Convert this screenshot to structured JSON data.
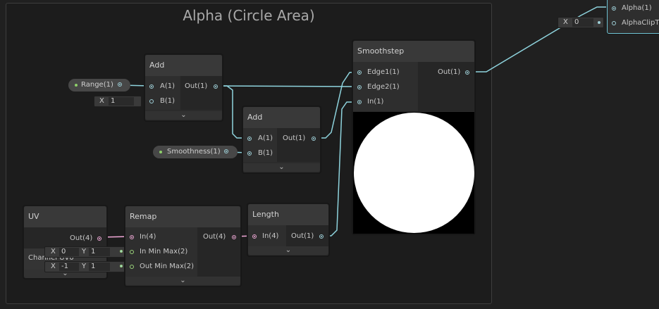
{
  "group": {
    "title": "Alpha (Circle Area)"
  },
  "nodes": {
    "add1": {
      "title": "Add",
      "in_a": "A(1)",
      "in_b": "B(1)",
      "out": "Out(1)"
    },
    "add2": {
      "title": "Add",
      "in_a": "A(1)",
      "in_b": "B(1)",
      "out": "Out(1)"
    },
    "smoothstep": {
      "title": "Smoothstep",
      "in_edge1": "Edge1(1)",
      "in_edge2": "Edge2(1)",
      "in_in": "In(1)",
      "out": "Out(1)"
    },
    "uv": {
      "title": "UV",
      "out": "Out(4)",
      "channel": "Channel UV0"
    },
    "remap": {
      "title": "Remap",
      "in_in": "In(4)",
      "in_min_max": "In Min Max(2)",
      "out_min_max": "Out Min Max(2)",
      "out": "Out(4)"
    },
    "length": {
      "title": "Length",
      "in": "In(4)",
      "out": "Out(1)"
    },
    "master": {
      "alpha": "Alpha(1)",
      "alpha_clip": "AlphaClipT"
    }
  },
  "properties": {
    "range": "Range(1)",
    "smoothness": "Smoothness(1)"
  },
  "inline_values": {
    "add_b": {
      "x_label": "X",
      "x": "1"
    },
    "remap_in": {
      "x_label": "X",
      "x": "0",
      "y_label": "Y",
      "y": "1"
    },
    "remap_out": {
      "x_label": "X",
      "x": "-1",
      "y_label": "Y",
      "y": "1"
    },
    "alpha_clip": {
      "x_label": "X",
      "x": "0"
    }
  },
  "icons": {
    "collapse": "chevron-down-icon"
  },
  "colors": {
    "float_wire": "#8ed3dd",
    "vector4_wire": "#f2a8d8",
    "vector2_port": "#9ad37a",
    "master_border": "#6fc4d4"
  }
}
